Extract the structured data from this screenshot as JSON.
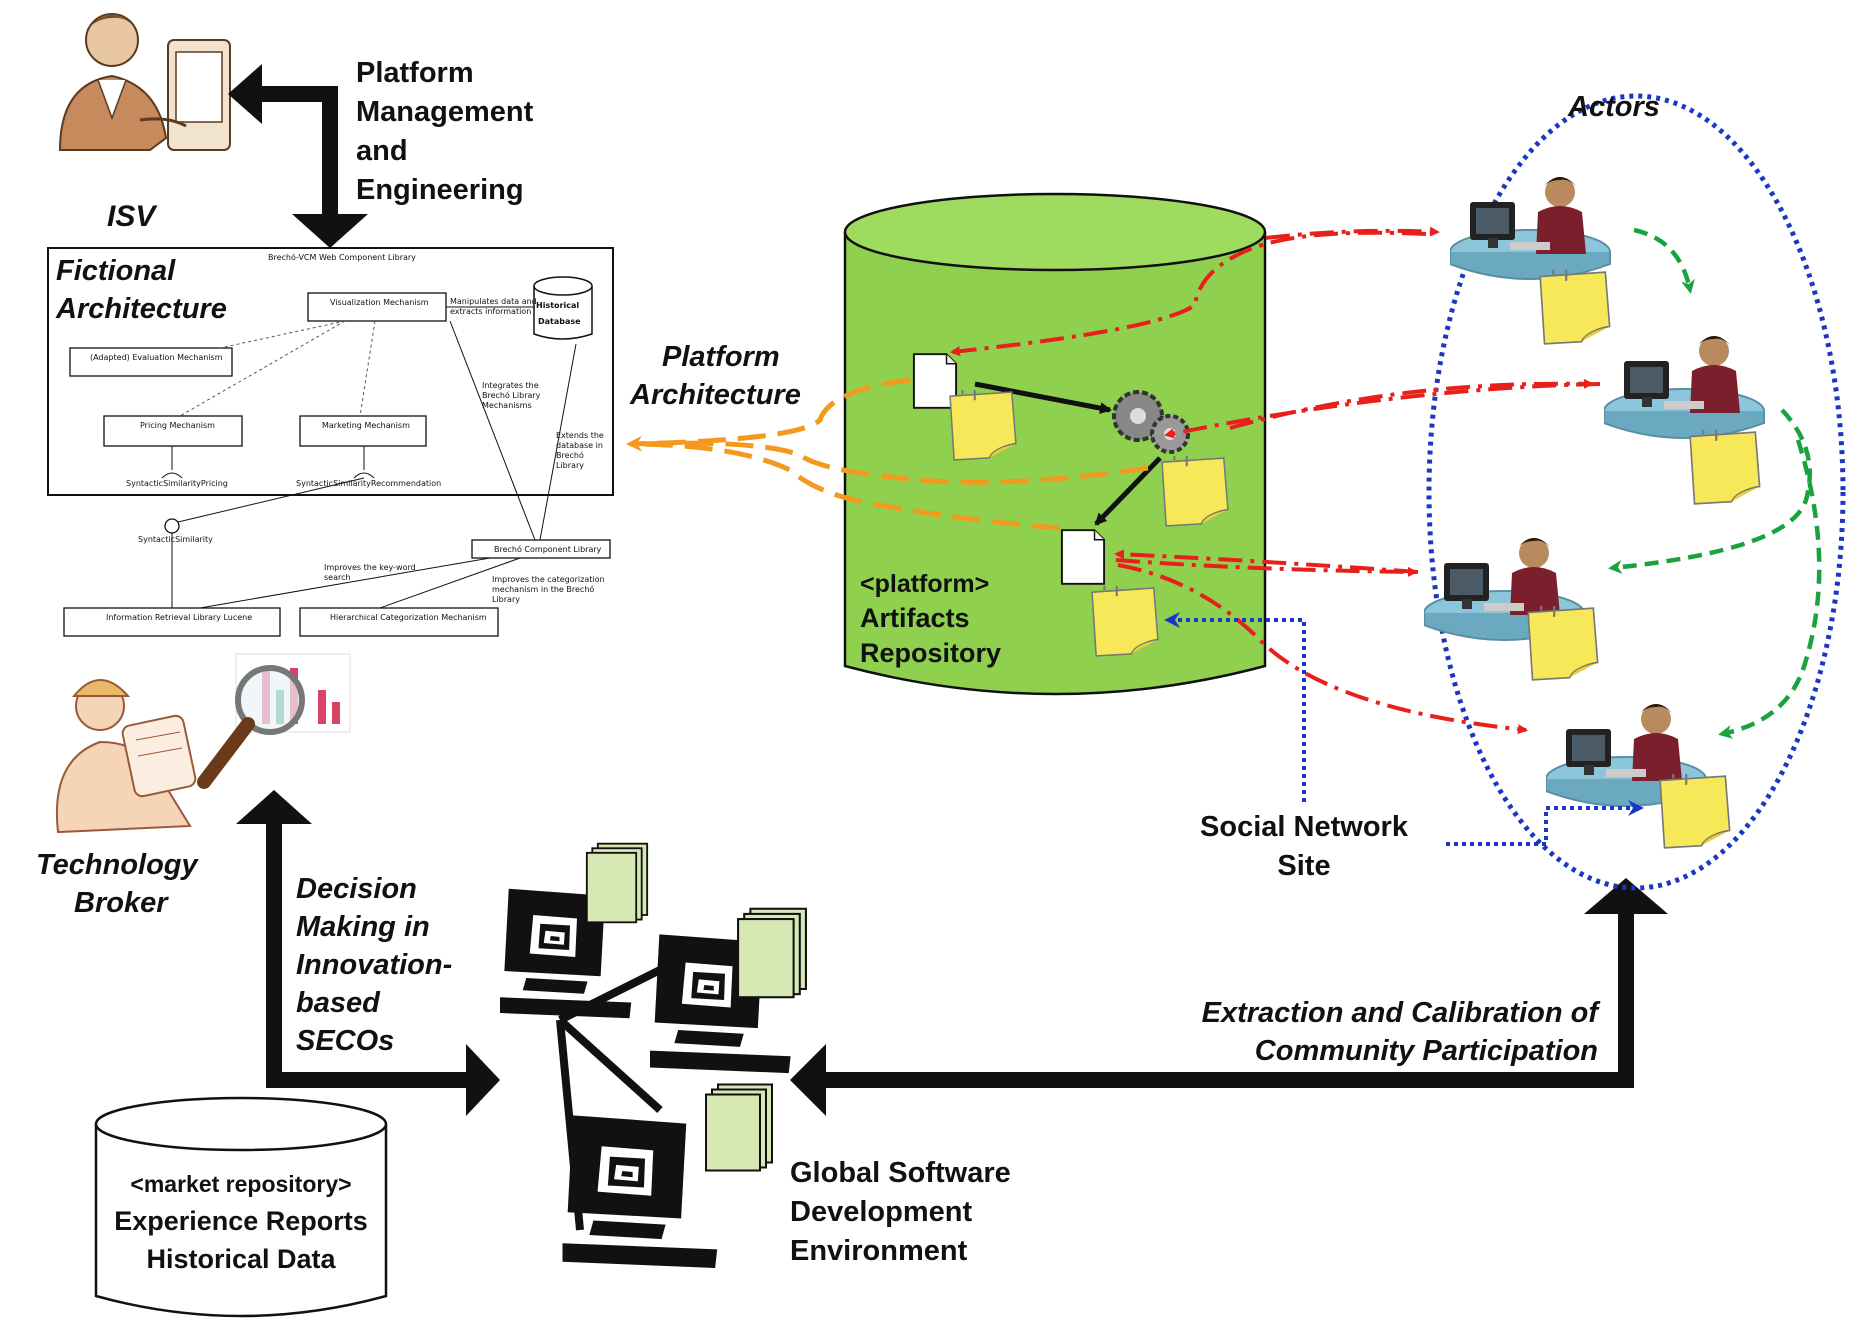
{
  "labels": {
    "isv": "ISV",
    "platform_mgmt": [
      "Platform",
      "Management",
      "and",
      "Engineering"
    ],
    "fictional_arch": [
      "Fictional",
      "Architecture"
    ],
    "platform_arch": [
      "Platform",
      "Architecture"
    ],
    "repository": [
      "<platform>",
      "Artifacts",
      "Repository"
    ],
    "actors": "Actors",
    "social_network": [
      "Social Network",
      "Site"
    ],
    "technology_broker": [
      "Technology",
      "Broker"
    ],
    "decision_making": [
      "Decision",
      "Making in",
      "Innovation-",
      "based",
      "SECOs"
    ],
    "extraction": [
      "Extraction and Calibration of",
      "Community Participation"
    ],
    "gsd": [
      "Global Software",
      "Development",
      "Environment"
    ],
    "market_repo": [
      "<market repository>",
      "Experience Reports",
      "Historical Data"
    ]
  },
  "uml": {
    "library_title": "Brechó-VCM Web Component Library",
    "visualization": "Visualization Mechanism",
    "evaluation": "(Adapted) Evaluation Mechanism",
    "pricing": "Pricing Mechanism",
    "marketing": "Marketing Mechanism",
    "historical_db": [
      "Historical",
      "Database"
    ],
    "manipulates": [
      "Manipulates data and",
      "extracts information"
    ],
    "integrates": [
      "Integrates the",
      "Brechó Library",
      "Mechanisms"
    ],
    "extends": [
      "Extends the",
      "database in",
      "Brechó",
      "Library"
    ],
    "syn_pricing": "SyntacticSimilarityPricing",
    "syn_recommendation": "SyntacticSimilarityRecommendation",
    "syn_similarity": "SyntacticSimilarity",
    "brecho_component": "Brechó Component Library",
    "improves_keyword": [
      "Improves the key-word",
      "search"
    ],
    "improves_categorization": [
      "Improves the categorization",
      "mechanism in the Brechó",
      "Library"
    ],
    "lucene": "Information Retrieval Library Lucene",
    "hierarchical": "Hierarchical Categorization Mechanism"
  },
  "colors": {
    "cylinder_green": "#8fd14f",
    "note_yellow": "#f7e85a",
    "red_link": "#e8201c",
    "green_link": "#1aa33c",
    "orange_link": "#f39a1e",
    "blue_link": "#1a37c4",
    "black": "#111111"
  },
  "icons": [
    "isv-person-icon",
    "technology-broker-icon",
    "magnifier-chart-icon",
    "actor-workstation-icon",
    "document-icon",
    "gears-icon",
    "sticky-note-icon",
    "computer-network-icon"
  ]
}
